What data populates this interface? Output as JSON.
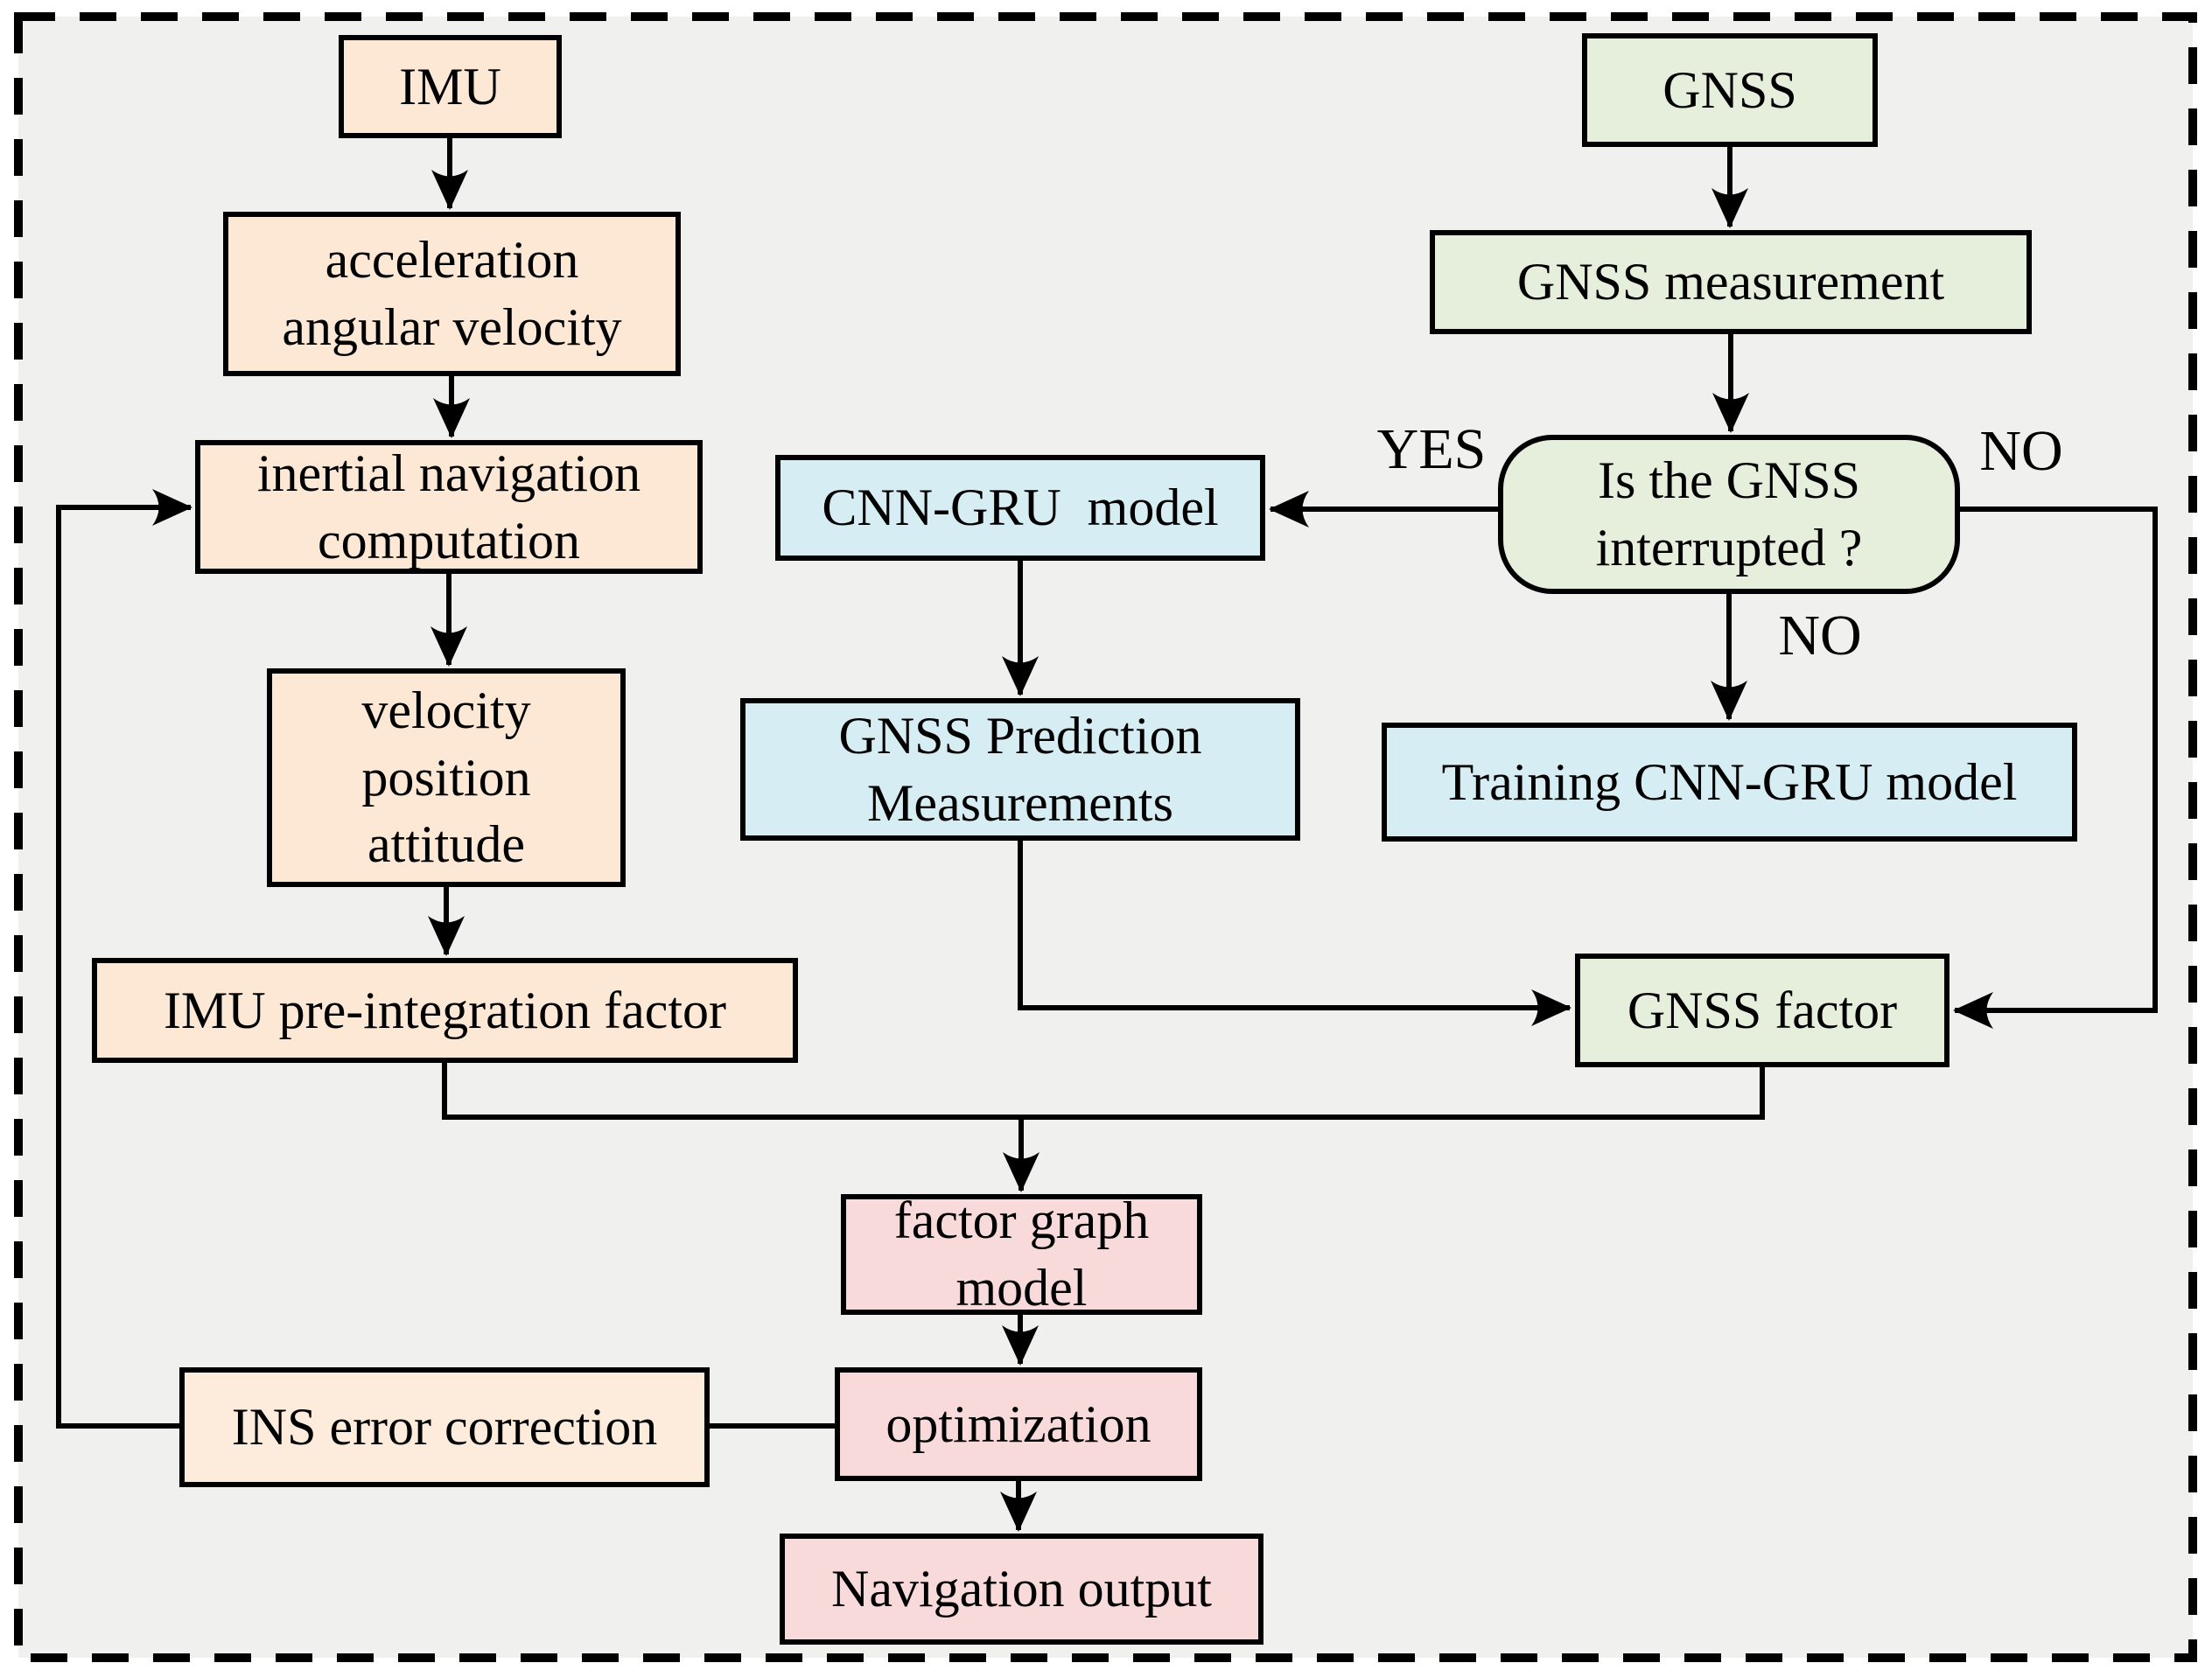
{
  "diagram": {
    "nodes": {
      "imu": {
        "label": "IMU"
      },
      "acceleration": {
        "label": "acceleration\nangular velocity"
      },
      "inertial": {
        "label": "inertial navigation\ncomputation"
      },
      "velocity": {
        "label": "velocity\nposition\nattitude"
      },
      "imu_preint": {
        "label": "IMU pre-integration factor"
      },
      "ins_error": {
        "label": "INS error correction"
      },
      "gnss": {
        "label": "GNSS"
      },
      "gnss_meas": {
        "label": "GNSS measurement"
      },
      "decision": {
        "label": "Is the GNSS\ninterrupted ?"
      },
      "cnn_gru": {
        "label": "CNN-GRU  model"
      },
      "gnss_pred": {
        "label": "GNSS Prediction\nMeasurements"
      },
      "training": {
        "label": "Training CNN-GRU model"
      },
      "gnss_factor": {
        "label": "GNSS factor"
      },
      "factor_graph": {
        "label": "factor graph\nmodel"
      },
      "optimization": {
        "label": "optimization"
      },
      "nav_output": {
        "label": "Navigation output"
      }
    },
    "edge_labels": {
      "yes": "YES",
      "no_right": "NO",
      "no_down": "NO"
    },
    "colors": {
      "background": "#f0f1ee",
      "peach": "#fce8d5",
      "peach_light": "#fdecdc",
      "green": "#e6efdc",
      "blue": "#d6edf3",
      "pink": "#f9dada",
      "line": "#000000"
    }
  }
}
